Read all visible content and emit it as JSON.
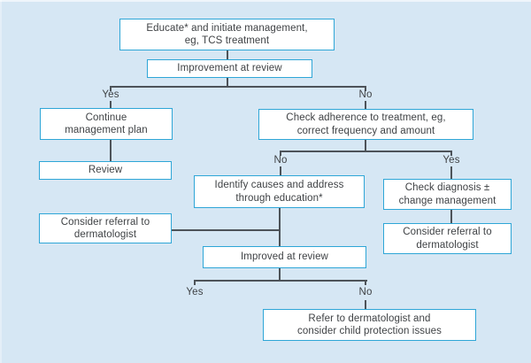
{
  "colors": {
    "background": "#d6e7f4",
    "box_border": "#2ea6d7",
    "box_fill": "#ffffff",
    "line": "#4d5359",
    "text": "#3f4245"
  },
  "nodes": {
    "educate": "Educate* and initiate management,\neg, TCS treatment",
    "improvement_review": "Improvement at review",
    "continue_plan": "Continue\nmanagement plan",
    "review": "Review",
    "check_adherence": "Check adherence to treatment, eg,\ncorrect frequency and amount",
    "identify_causes": "Identify causes and address\nthrough education*",
    "consider_referral_left": "Consider referral to\ndermatologist",
    "improved_review": "Improved at review",
    "check_diagnosis": "Check diagnosis ±\nchange management",
    "consider_referral_right": "Consider referral to\ndermatologist",
    "refer_protection": "Refer to dermatologist and\nconsider child protection issues"
  },
  "labels": {
    "yes_improvement": "Yes",
    "no_improvement": "No",
    "no_adherence": "No",
    "yes_adherence": "Yes",
    "yes_improved": "Yes",
    "no_improved": "No"
  }
}
